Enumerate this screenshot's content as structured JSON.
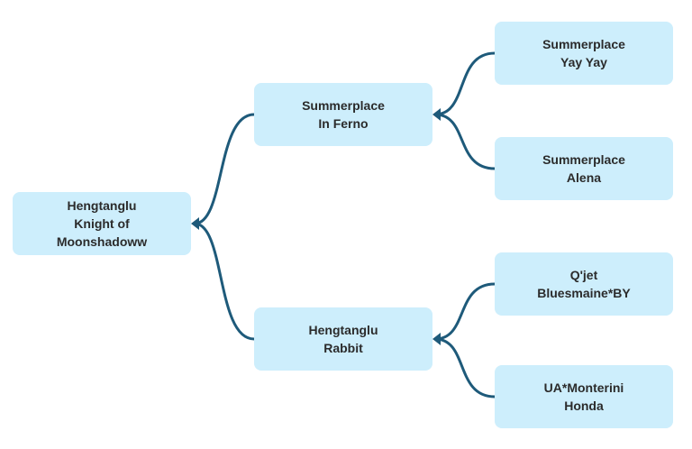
{
  "diagram": {
    "type": "pedigree",
    "root": {
      "label": "Hengtanglu\nKnight of\nMoonshadoww"
    },
    "sire": {
      "label": "Summerplace\nIn Ferno"
    },
    "dam": {
      "label": "Hengtanglu\nRabbit"
    },
    "sire_sire": {
      "label": "Summerplace\nYay Yay"
    },
    "sire_dam": {
      "label": "Summerplace\nAlena"
    },
    "dam_sire": {
      "label": "Q'jet\nBluesmaine*BY"
    },
    "dam_dam": {
      "label": "UA*Monterini\nHonda"
    },
    "colors": {
      "node_fill": "#cdeefc",
      "connector": "#1e5a7a",
      "text": "#2b2b2b"
    }
  }
}
